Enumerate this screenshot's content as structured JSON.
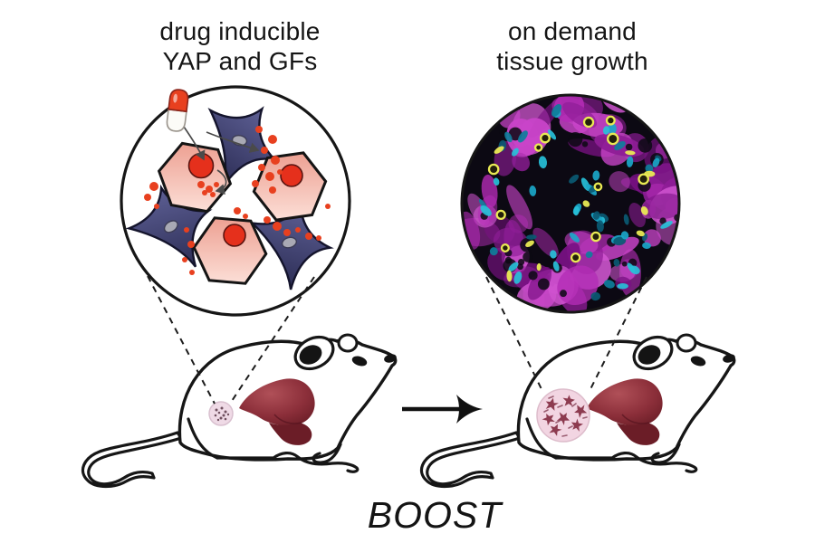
{
  "figure": {
    "left_panel": {
      "title_line1": "drug inducible",
      "title_line2": "YAP and GFs"
    },
    "right_panel": {
      "title_line1": "on demand",
      "title_line2": "tissue growth"
    },
    "boost_label": "BOOST",
    "icons": {
      "pill": "pill-capsule-icon",
      "signal_arrow": "curved-signal-arrow-icon",
      "transition_arrow": "right-arrow-icon",
      "callout": "dashed-callout-lines"
    },
    "colors": {
      "outline": "#161616",
      "accent_red": "#e8401f",
      "nucleus_red": "#e5301c",
      "hex_cell_top": "#eda092",
      "hex_cell_bottom": "#fcdfd7",
      "stellate_top": "#5d5f94",
      "stellate_bottom": "#2c2d55",
      "stellate_nucleus": "#a9a9b4",
      "liver_main": "#933741",
      "liver_dark": "#6b1d27",
      "graft_pink": "#f2d5e2",
      "graft_cell": "#8d3b50",
      "micro_bg": "#0c0913",
      "micro_magenta": "#b32cb5",
      "micro_cyan": "#1ba7c9",
      "micro_yellow": "#e9ea54"
    }
  }
}
